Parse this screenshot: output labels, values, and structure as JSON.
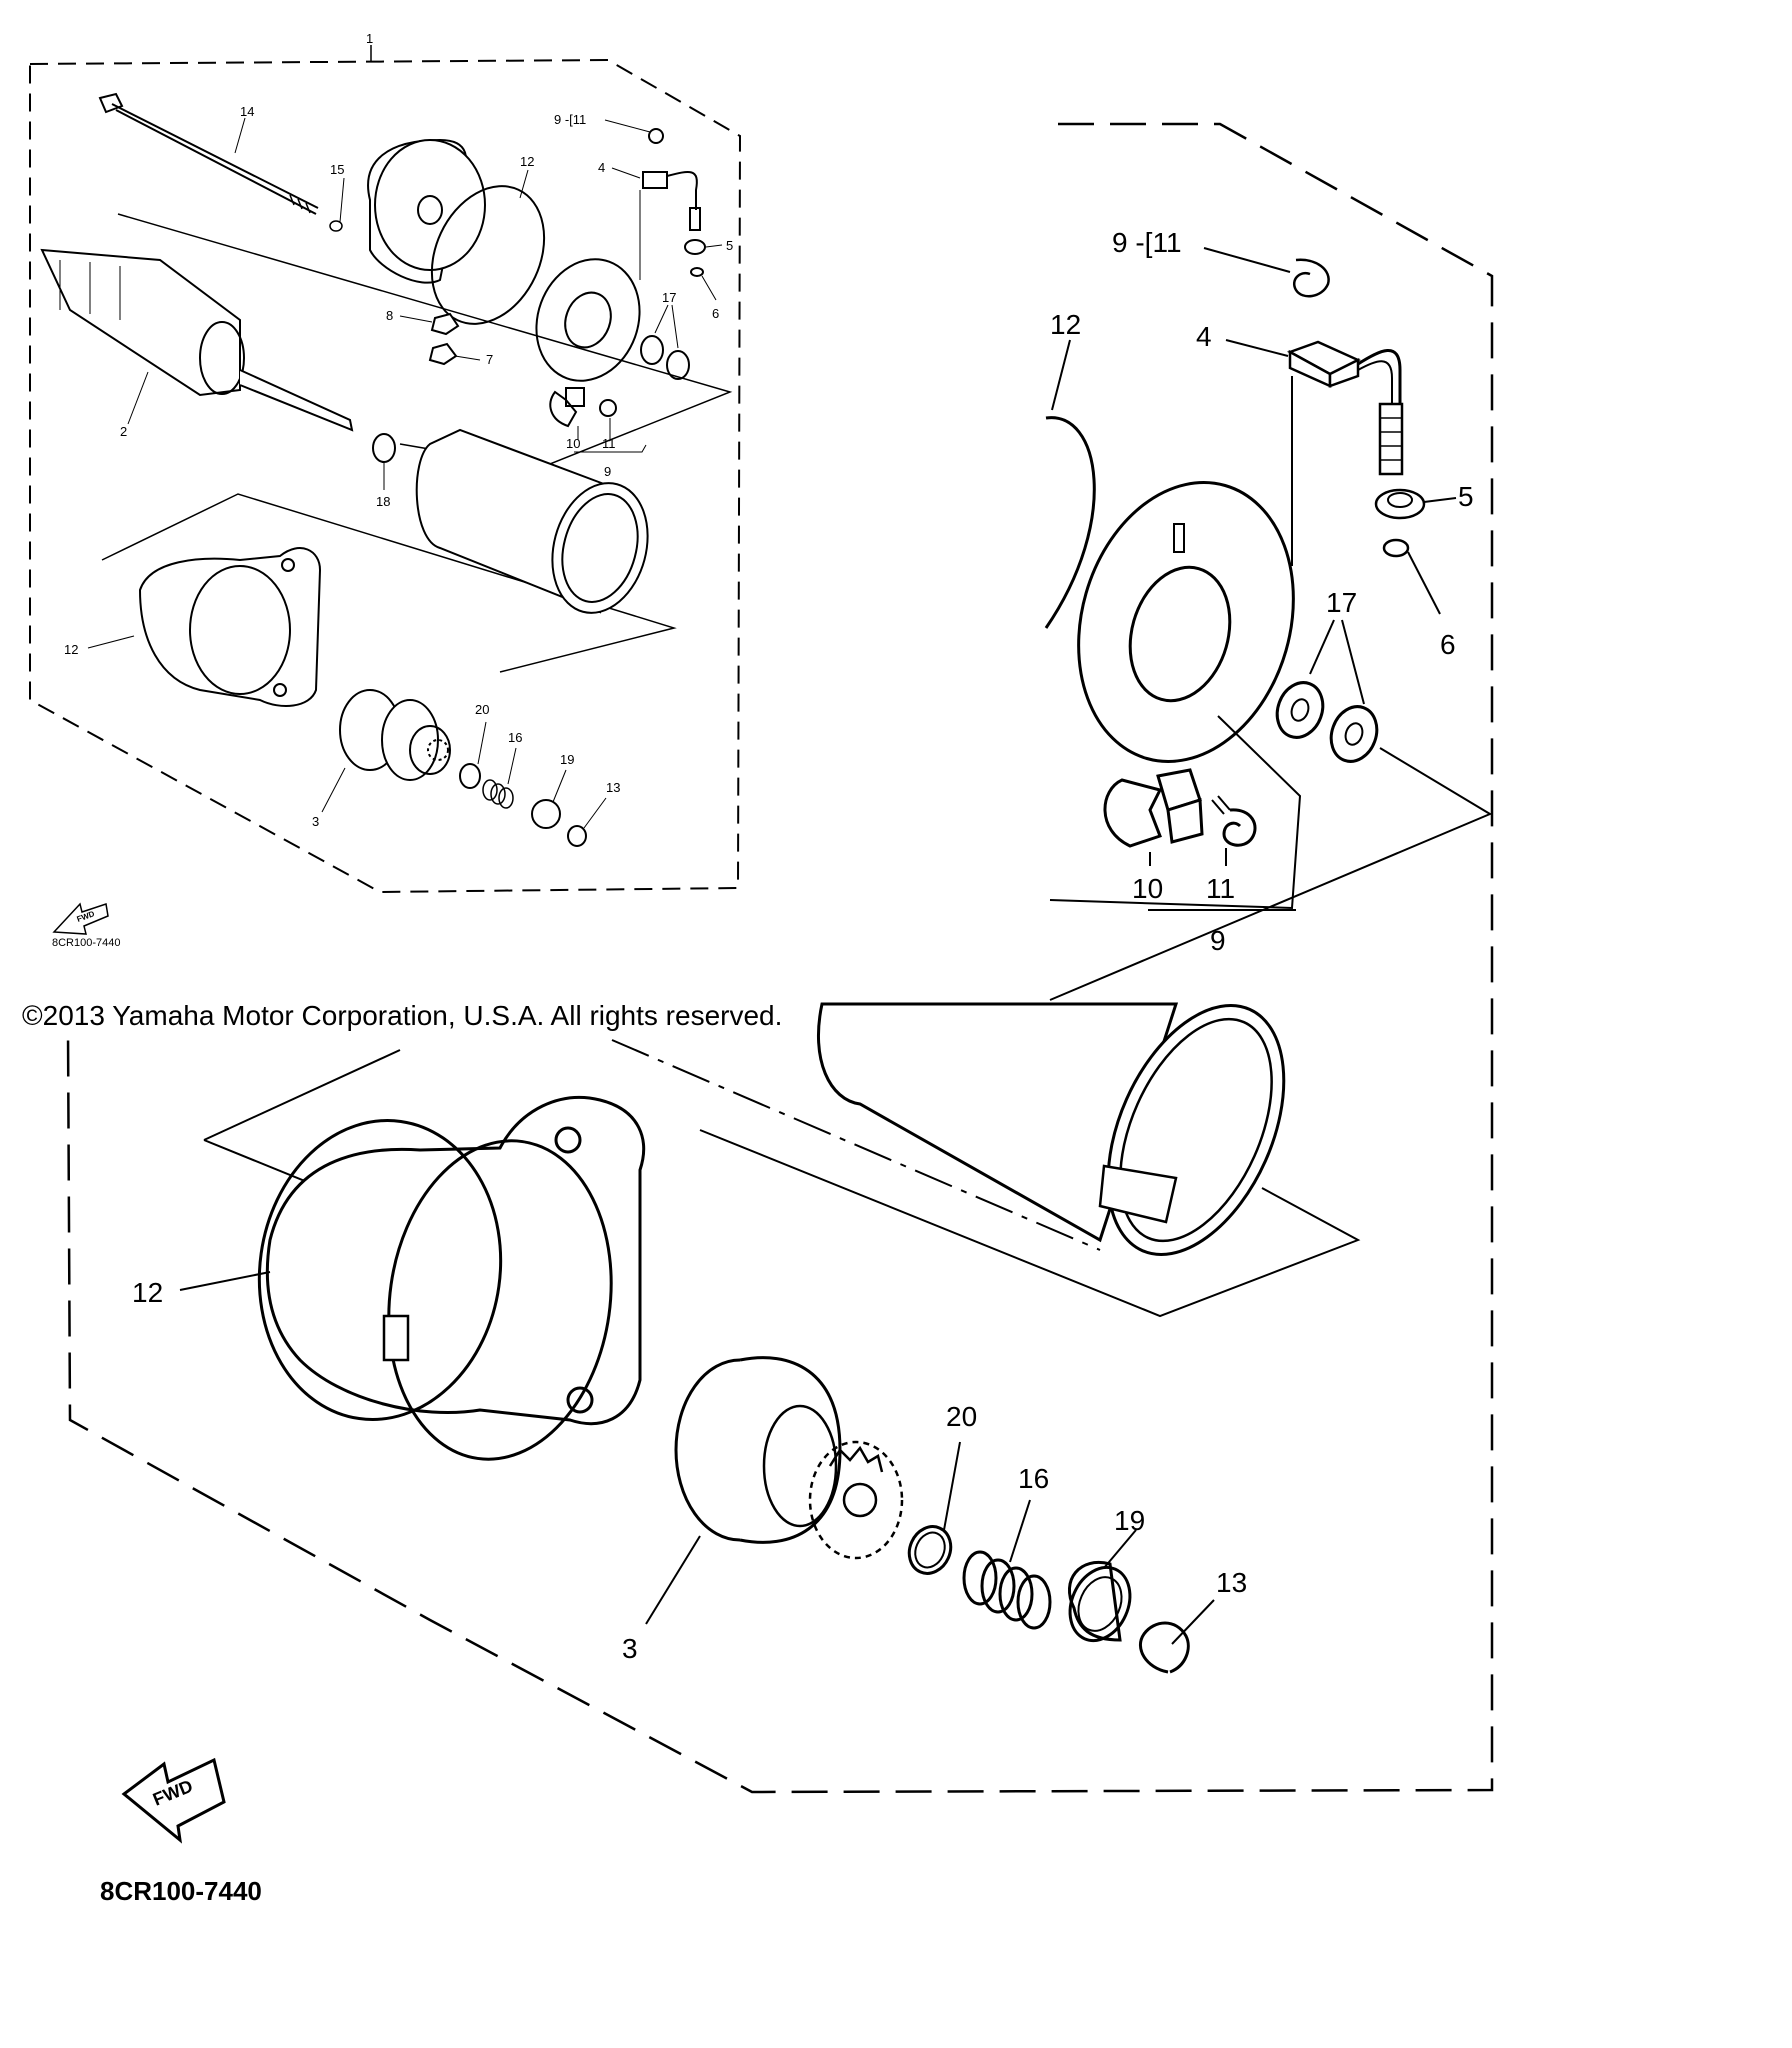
{
  "copyright": "©2013 Yamaha Motor Corporation, U.S.A. All rights reserved.",
  "drawing_code": "8CR100-7440",
  "fwd_label": "FWD",
  "overview": {
    "assembly_label": "1",
    "labels": {
      "p14": "14",
      "p15": "15",
      "p12a": "12",
      "p9range": "9 -[11",
      "p4": "4",
      "p5": "5",
      "p6": "6",
      "p17": "17",
      "p8": "8",
      "p7": "7",
      "p2": "2",
      "p10": "10",
      "p11": "11",
      "p9": "9",
      "p18": "18",
      "p12b": "12",
      "p20": "20",
      "p16": "16",
      "p19": "19",
      "p3": "3",
      "p13": "13"
    }
  },
  "detail": {
    "labels": {
      "p9range": "9 -[11",
      "p12top": "12",
      "p4": "4",
      "p5": "5",
      "p6": "6",
      "p17": "17",
      "p10": "10",
      "p11": "11",
      "p9": "9",
      "p12bottom": "12",
      "p20": "20",
      "p16": "16",
      "p19": "19",
      "p3": "3",
      "p13": "13"
    }
  }
}
